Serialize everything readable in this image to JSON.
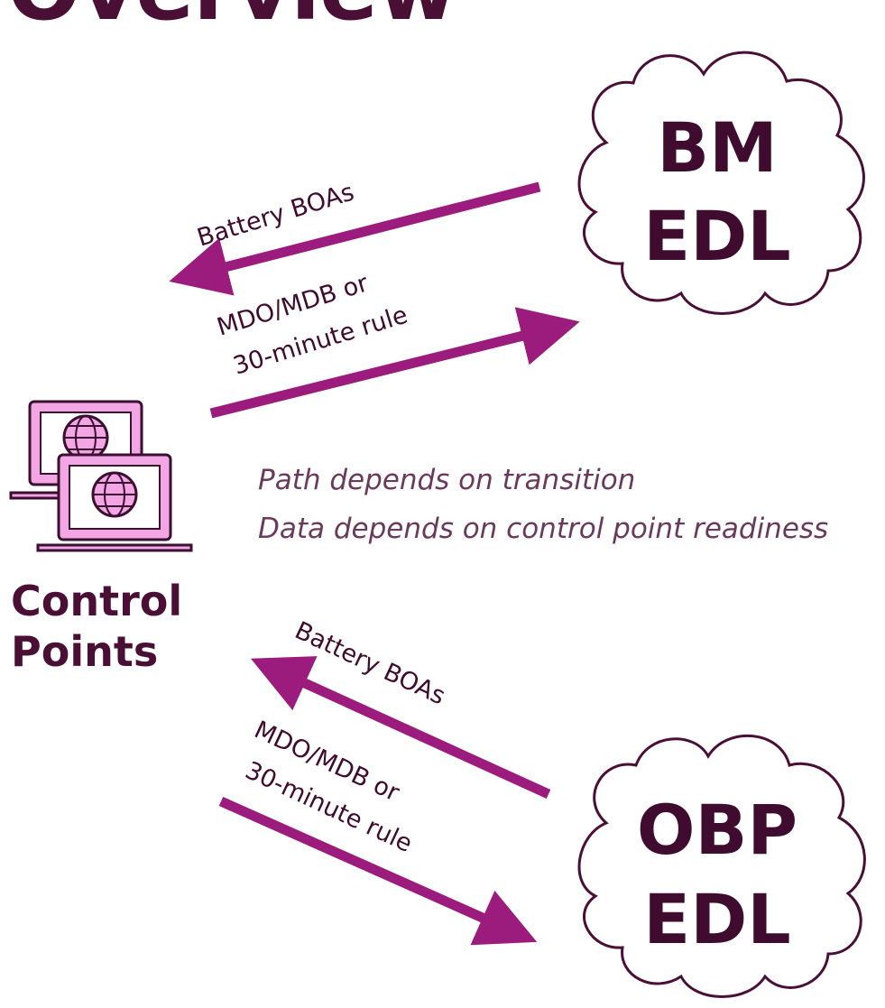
{
  "page": {
    "title": "Overview"
  },
  "clouds": {
    "bm": {
      "line1": "BM",
      "line2": "EDL"
    },
    "obp": {
      "line1": "OBP",
      "line2": "EDL"
    }
  },
  "arrows": {
    "top_back": {
      "label": "Battery BOAs"
    },
    "top_forward": {
      "line1": "MDO/MDB or",
      "line2": "30-minute rule"
    },
    "bottom_back": {
      "label": "Battery BOAs"
    },
    "bottom_forward": {
      "line1": "MDO/MDB or",
      "line2": "30-minute rule"
    }
  },
  "control_points": {
    "line1": "Control",
    "line2": "Points"
  },
  "notes": {
    "path": "Path depends on transition",
    "data": "Data depends on control point readiness"
  },
  "colors": {
    "arrow": "#9b1c7d",
    "text_dark": "#3f0c2f",
    "cloud_stroke": "#4a0f35",
    "laptop_fill": "#f2a6e4",
    "laptop_stroke": "#3a0f30",
    "note_text": "#6a3a5c"
  },
  "icons": [
    "laptop-icon",
    "globe-icon"
  ]
}
